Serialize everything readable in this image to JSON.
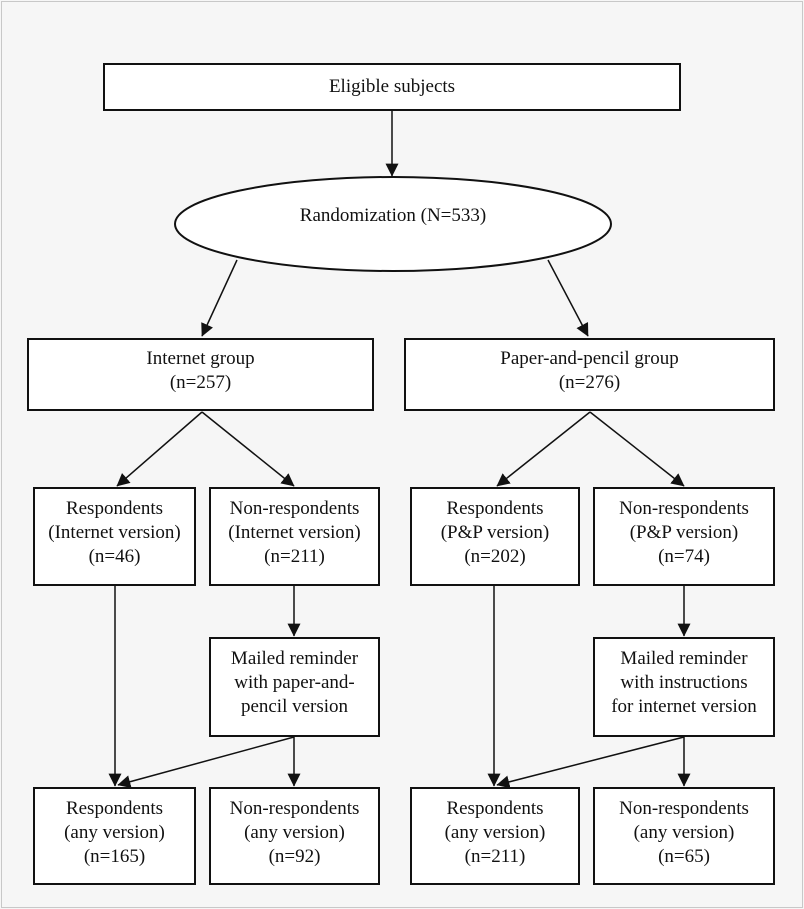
{
  "diagram": {
    "eligible": {
      "label": "Eligible subjects"
    },
    "randomization": {
      "label": "Randomization (N=533)"
    },
    "internet_group": {
      "line1": "Internet group",
      "line2": "(n=257)"
    },
    "paper_group": {
      "line1": "Paper-and-pencil group",
      "line2": "(n=276)"
    },
    "internet_respondents": {
      "line1": "Respondents",
      "line2": "(Internet version)",
      "line3": "(n=46)"
    },
    "internet_nonrespondents": {
      "line1": "Non-respondents",
      "line2": "(Internet version)",
      "line3": "(n=211)"
    },
    "paper_respondents": {
      "line1": "Respondents",
      "line2": "(P&P version)",
      "line3": "(n=202)"
    },
    "paper_nonrespondents": {
      "line1": "Non-respondents",
      "line2": "(P&P version)",
      "line3": "(n=74)"
    },
    "internet_reminder": {
      "line1": "Mailed reminder",
      "line2": "with paper-and-",
      "line3": "pencil version"
    },
    "paper_reminder": {
      "line1": "Mailed reminder",
      "line2": "with instructions",
      "line3": "for internet version"
    },
    "internet_final_respondents": {
      "line1": "Respondents",
      "line2": "(any version)",
      "line3": "(n=165)"
    },
    "internet_final_nonrespondents": {
      "line1": "Non-respondents",
      "line2": "(any version)",
      "line3": "(n=92)"
    },
    "paper_final_respondents": {
      "line1": "Respondents",
      "line2": "(any version)",
      "line3": "(n=211)"
    },
    "paper_final_nonrespondents": {
      "line1": "Non-respondents",
      "line2": "(any version)",
      "line3": "(n=65)"
    }
  }
}
